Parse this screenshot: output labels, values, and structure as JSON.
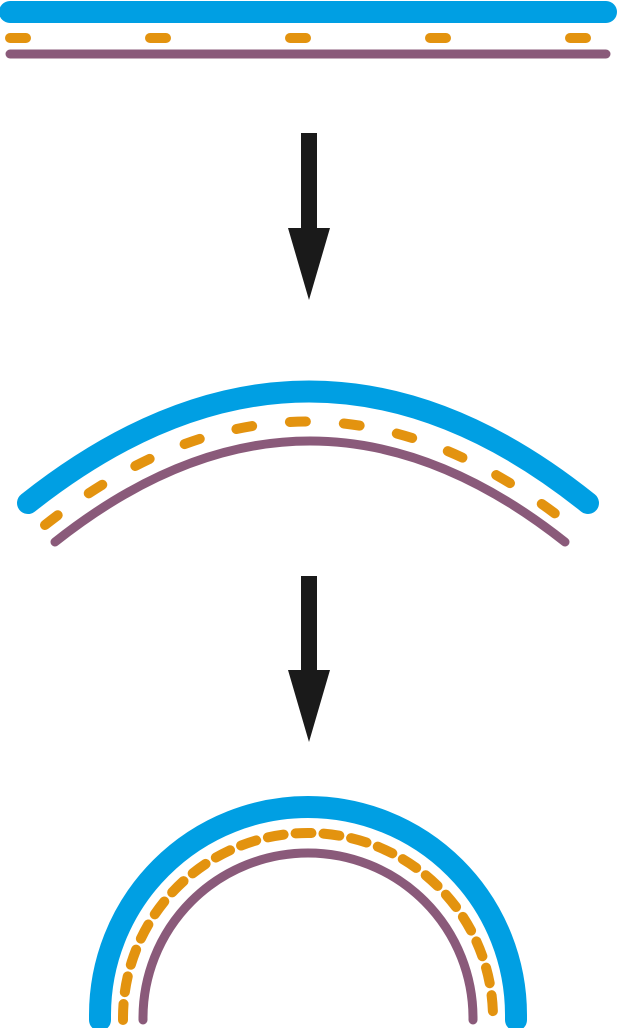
{
  "diagram": {
    "description_visible_text": "",
    "colors": {
      "outer_layer": "#009fe3",
      "middle_layer": "#e3930f",
      "inner_layer": "#8a5a7a",
      "arrow": "#1a1a1a",
      "background": "#ffffff"
    },
    "stages": [
      {
        "id": "flat",
        "shape": "straight"
      },
      {
        "id": "curved",
        "shape": "shallow-arc"
      },
      {
        "id": "arched",
        "shape": "half-circle"
      }
    ],
    "transitions": [
      {
        "from": "flat",
        "to": "curved",
        "icon": "arrow-down-icon"
      },
      {
        "from": "curved",
        "to": "arched",
        "icon": "arrow-down-icon"
      }
    ]
  }
}
